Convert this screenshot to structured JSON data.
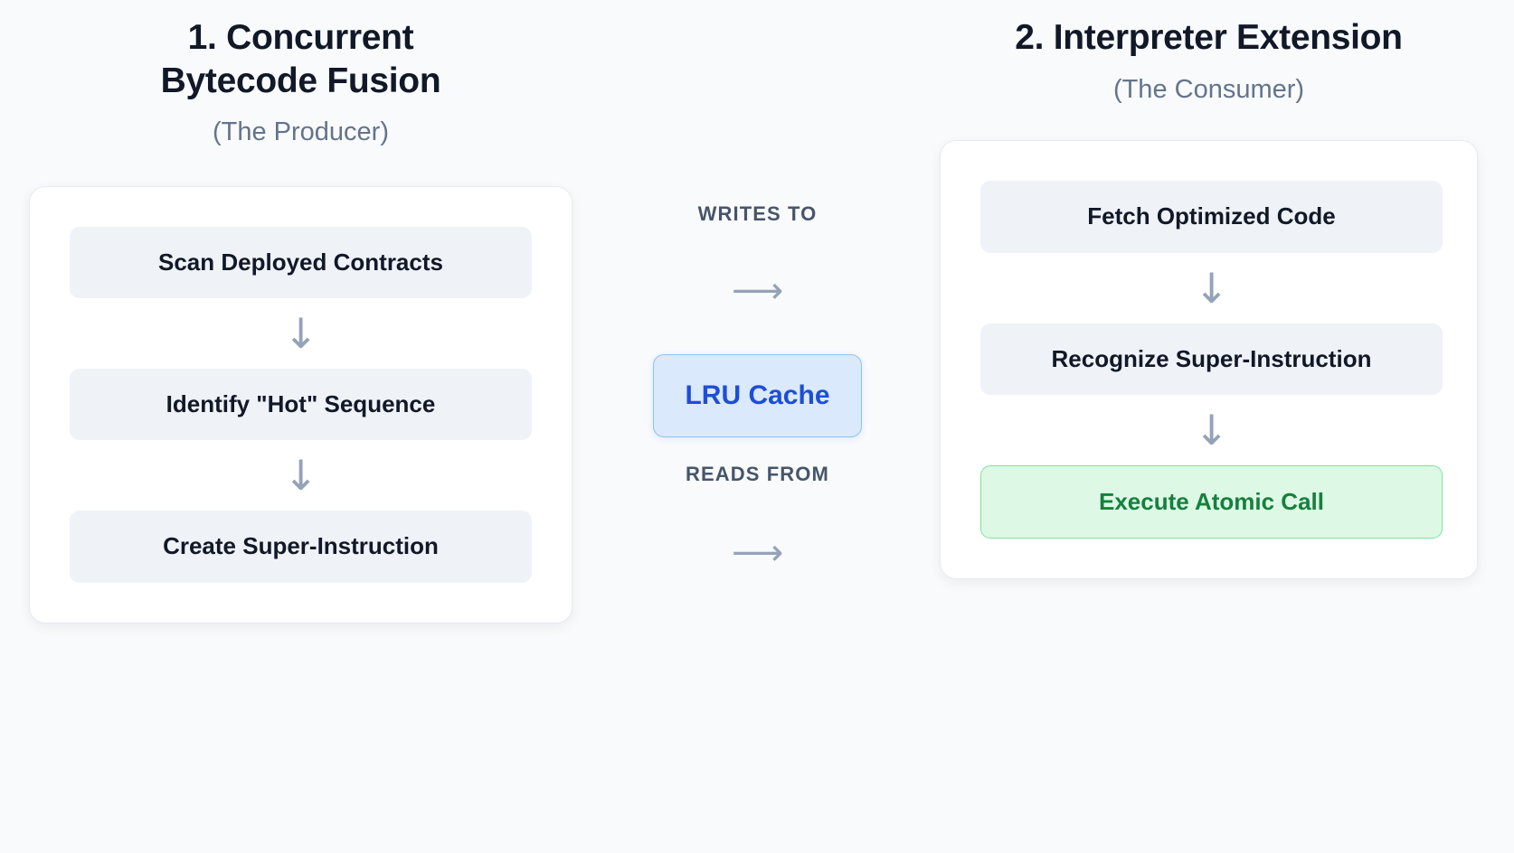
{
  "diagram": {
    "background_color": "#f8fafc",
    "left_column": {
      "heading": "1. Concurrent Bytecode Fusion",
      "subtitle": "(The Producer)",
      "steps": [
        {
          "label": "Scan Deployed Contracts",
          "style": "neutral"
        },
        {
          "label": "Identify \"Hot\" Sequence",
          "style": "neutral"
        },
        {
          "label": "Create Super-Instruction",
          "style": "neutral"
        }
      ],
      "connector_glyph": "↓"
    },
    "center_column": {
      "writes_to_label": "WRITES TO",
      "reads_from_label": "READS FROM",
      "cache_label": "LRU Cache",
      "arrow_glyph": "⟶",
      "cache_fill_color": "#dbe9fd",
      "cache_border_color": "#8ec2f2",
      "cache_text_color": "#1d4ed8"
    },
    "right_column": {
      "heading": "2. Interpreter Extension",
      "subtitle": "(The Consumer)",
      "steps": [
        {
          "label": "Fetch Optimized Code",
          "style": "neutral"
        },
        {
          "label": "Recognize Super-Instruction",
          "style": "neutral"
        },
        {
          "label": "Execute Atomic Call",
          "style": "success"
        }
      ],
      "connector_glyph": "↓",
      "success_fill_color": "#ddf9e5",
      "success_border_color": "#7ee2a0",
      "success_text_color": "#15803d"
    },
    "palette": {
      "heading_color": "#111827",
      "subtitle_color": "#64748b",
      "step_fill_color": "#eff2f7",
      "step_text_color": "#111827",
      "arrow_color": "#94a3b8",
      "relation_label_color": "#475569",
      "card_background": "#ffffff",
      "card_border_color": "#e6ebf2"
    }
  }
}
